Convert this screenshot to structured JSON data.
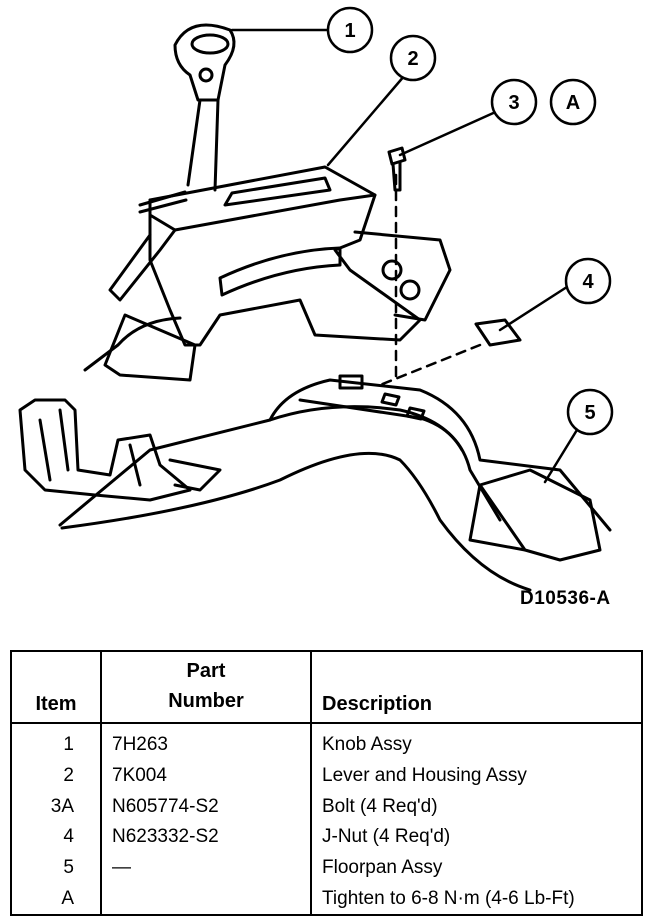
{
  "diagram": {
    "callouts": [
      "1",
      "2",
      "3",
      "A",
      "4",
      "5"
    ],
    "reference": "D10536-A"
  },
  "table": {
    "headers": {
      "item": "Item",
      "part_line1": "Part",
      "part_line2": "Number",
      "description": "Description"
    },
    "rows": [
      {
        "item": "1",
        "part": "7H263",
        "description": "Knob Assy"
      },
      {
        "item": "2",
        "part": "7K004",
        "description": "Lever and Housing Assy"
      },
      {
        "item": "3A",
        "part": "N605774-S2",
        "description": "Bolt (4 Req'd)"
      },
      {
        "item": "4",
        "part": "N623332-S2",
        "description": "J-Nut (4 Req'd)"
      },
      {
        "item": "5",
        "part": "—",
        "description": "Floorpan Assy"
      },
      {
        "item": "A",
        "part": "",
        "description": "Tighten to 6-8 N·m (4-6 Lb-Ft)"
      }
    ]
  }
}
